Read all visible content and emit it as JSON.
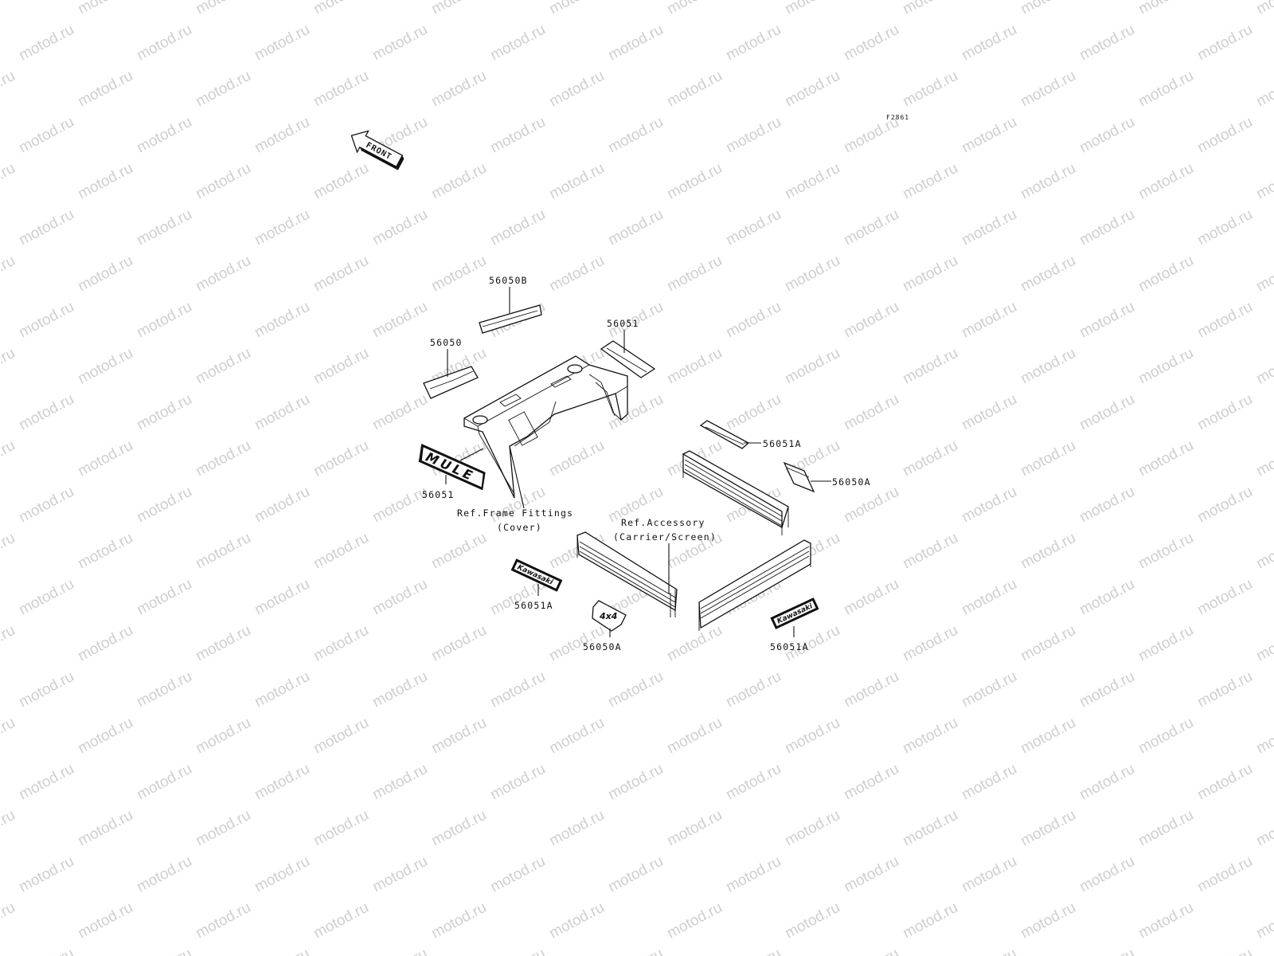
{
  "watermark": "motod.ru",
  "figure_code": "F2861",
  "front_label": "FRONT",
  "decal_logos": {
    "mule": "MULE",
    "kawasaki": "Kawasaki",
    "fourbyfour": "4x4"
  },
  "callouts": {
    "p56050B": "56050B",
    "p56050": "56050",
    "p56051_top": "56051",
    "p56051_mule": "56051",
    "p56051A_rear": "56051A",
    "p56050A_rear": "56050A",
    "p56051A_left": "56051A",
    "p56050A_front": "56050A",
    "p56051A_right": "56051A"
  },
  "references": {
    "frame_line1": "Ref.Frame Fittings",
    "frame_line2": "(Cover)",
    "accessory_line1": "Ref.Accessory",
    "accessory_line2": "(Carrier/Screen)"
  }
}
